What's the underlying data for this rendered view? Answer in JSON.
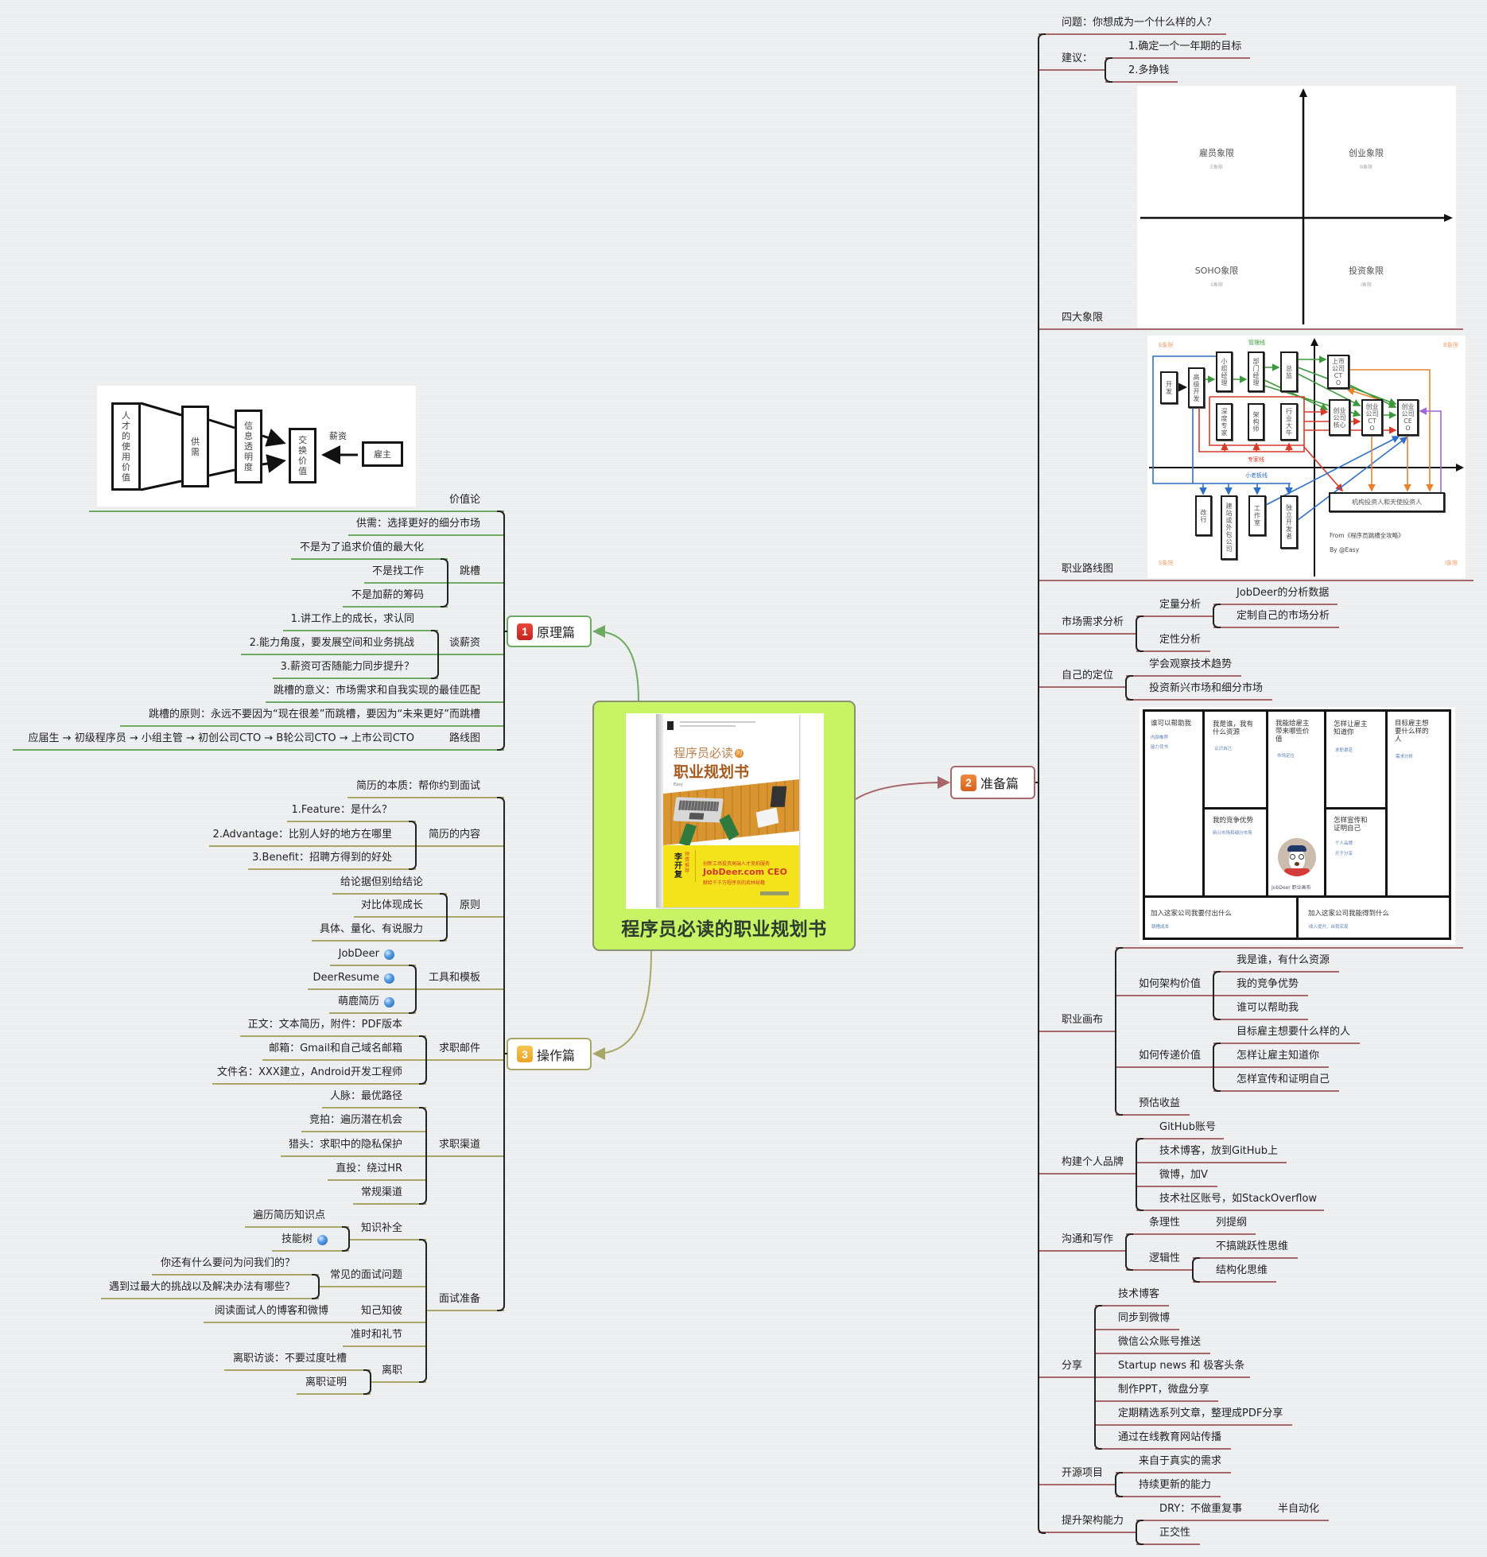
{
  "central_topic": {
    "title": "程序员必读的职业规划书",
    "cover": {
      "title_line1": "程序员必读",
      "title_mark": "的",
      "title_line2": "职业规划书",
      "author": "Easy",
      "endorser": "李开复",
      "endorse_tag": "倾情推荐",
      "tagline1": "创新工场投资高端人才竞拍服务",
      "tagline2": "JobDeer.com CEO",
      "tagline3": "献给千千万程序员的武林秘籍"
    }
  },
  "colors": {
    "principles_branch": "#6cab61",
    "preparation_branch": "#a5676a",
    "operations_branch": "#a9a767",
    "central_fill": "#c7f365",
    "badge_1": "#d9342b",
    "badge_2": "#e2742c",
    "badge_3": "#f0b43a",
    "link_icon": "#2f78c8"
  },
  "principles": {
    "badge": "1",
    "label": "原理篇",
    "topics": [
      {
        "label": "价值论",
        "image": {
          "boxes": [
            "人才的使用价值",
            "供需",
            "信息透明度",
            "交换价值",
            "雇主"
          ],
          "arrow_label": "薪资"
        }
      },
      {
        "label": "供需：选择更好的细分市场"
      },
      {
        "label": "跳槽",
        "children": [
          {
            "label": "不是为了追求价值的最大化"
          },
          {
            "label": "不是找工作"
          },
          {
            "label": "不是加薪的筹码"
          }
        ]
      },
      {
        "label": "谈薪资",
        "children": [
          {
            "label": "1.讲工作上的成长，求认同"
          },
          {
            "label": "2.能力角度，要发展空间和业务挑战"
          },
          {
            "label": "3.薪资可否随能力同步提升？"
          }
        ]
      },
      {
        "label": "跳槽的意义：市场需求和自我实现的最佳匹配"
      },
      {
        "label": "跳槽的原则：永远不要因为“现在很差”而跳槽，要因为“未来更好”而跳槽"
      },
      {
        "label": "路线图",
        "children": [
          {
            "label": "应届生 → 初级程序员 → 小组主管 → 初创公司CTO → B轮公司CTO → 上市公司CTO"
          }
        ]
      }
    ]
  },
  "operations": {
    "badge": "3",
    "label": "操作篇",
    "topics": [
      {
        "label": "简历的本质：帮你约到面试"
      },
      {
        "label": "简历的内容",
        "children": [
          {
            "label": "1.Feature：是什么？"
          },
          {
            "label": "2.Advantage：比别人好的地方在哪里"
          },
          {
            "label": "3.Benefit：招聘方得到的好处"
          }
        ]
      },
      {
        "label": "原则",
        "children": [
          {
            "label": "给论据但别给结论"
          },
          {
            "label": "对比体现成长"
          },
          {
            "label": "具体、量化、有说服力"
          }
        ]
      },
      {
        "label": "工具和模板",
        "children": [
          {
            "label": "JobDeer",
            "icon": "globe-link"
          },
          {
            "label": "DeerResume",
            "icon": "globe-link"
          },
          {
            "label": "萌鹿简历",
            "icon": "globe-link"
          }
        ]
      },
      {
        "label": "求职邮件",
        "children": [
          {
            "label": "正文：文本简历，附件：PDF版本"
          },
          {
            "label": "邮箱：Gmail和自己域名邮箱"
          },
          {
            "label": "文件名：XXX建立，Android开发工程师"
          }
        ]
      },
      {
        "label": "求职渠道",
        "children": [
          {
            "label": "人脉：最优路径"
          },
          {
            "label": "竞拍：遍历潜在机会"
          },
          {
            "label": "猎头：求职中的隐私保护"
          },
          {
            "label": "直投：绕过HR"
          },
          {
            "label": "常规渠道"
          }
        ]
      },
      {
        "label": "面试准备",
        "children": [
          {
            "label": "知识补全",
            "children": [
              {
                "label": "遍历简历知识点"
              },
              {
                "label": "技能树",
                "icon": "globe-link"
              }
            ]
          },
          {
            "label": "常见的面试问题",
            "children": [
              {
                "label": "你还有什么要问为问我们的？"
              },
              {
                "label": "遇到过最大的挑战以及解决办法有哪些？"
              }
            ]
          },
          {
            "label": "知己知彼",
            "children": [
              {
                "label": "阅读面试人的博客和微博"
              }
            ]
          },
          {
            "label": "准时和礼节"
          },
          {
            "label": "离职",
            "children": [
              {
                "label": "离职访谈：不要过度吐槽"
              },
              {
                "label": "离职证明"
              }
            ]
          }
        ]
      }
    ]
  },
  "preparation": {
    "badge": "2",
    "label": "准备篇",
    "topics": [
      {
        "label": "问题：你想成为一个什么样的人？"
      },
      {
        "label": "建议：",
        "children": [
          {
            "label": "1.确定一个一年期的目标"
          },
          {
            "label": "2.多挣钱"
          }
        ]
      },
      {
        "label": "四大象限",
        "image": {
          "quadrants": [
            {
              "name": "雇员象限",
              "code": "E象限"
            },
            {
              "name": "创业象限",
              "code": "B象限"
            },
            {
              "name": "SOHO象限",
              "code": "S象限"
            },
            {
              "name": "投资象限",
              "code": "I象限"
            }
          ]
        }
      },
      {
        "label": "职业路线图",
        "image": {
          "quadrant_labels": {
            "e": "E象限",
            "b": "B象限",
            "s": "S象限",
            "i": "I象限"
          },
          "track_labels": {
            "management": "管理线",
            "expert": "专家线",
            "small_business": "小老板线"
          },
          "boxes": [
            "开发",
            "高级开发",
            "小组经理",
            "部门经理",
            "总监",
            "上市公司CTO",
            "深度专家",
            "架构师",
            "行业大牛",
            "创业公司核心",
            "创业公司CTO",
            "创业公司CEO",
            "改行",
            "建站或外包公司",
            "工作室",
            "独立开发者",
            "机构投资人和天使投资人"
          ],
          "source": "From《程序员跳槽全攻略》",
          "byline": "By @Easy"
        }
      },
      {
        "label": "市场需求分析",
        "children": [
          {
            "label": "定量分析",
            "children": [
              {
                "label": "JobDeer的分析数据"
              },
              {
                "label": "定制自己的市场分析"
              }
            ]
          },
          {
            "label": "定性分析"
          }
        ]
      },
      {
        "label": "自己的定位",
        "children": [
          {
            "label": "学会观察技术趋势"
          },
          {
            "label": "投资新兴市场和细分市场"
          }
        ]
      },
      {
        "label": "职业画布",
        "children": [
          {
            "image": {
              "cells": [
                {
                  "title": "谁可以帮助我",
                  "notes": [
                    "内部推荐",
                    "能力背书"
                  ]
                },
                {
                  "title": "我是谁，我有什么资源",
                  "notes": [
                    "认识自己"
                  ]
                },
                {
                  "title": "我的竞争优势",
                  "notes": [
                    "新兴市场和细分市场"
                  ]
                },
                {
                  "title": "我能给雇主带来哪些价值",
                  "notes": [
                    "市场定位"
                  ]
                },
                {
                  "title": "怎样让雇主知道你",
                  "notes": [
                    "求职渠道"
                  ]
                },
                {
                  "title": "怎样宣传和证明自己",
                  "notes": [
                    "个人品牌",
                    "乐于分享"
                  ]
                },
                {
                  "title": "目标雇主想要什么样的人",
                  "notes": [
                    "需求分析"
                  ]
                },
                {
                  "title": "加入这家公司我要付出什么",
                  "notes": [
                    "跳槽成本"
                  ]
                },
                {
                  "title": "加入这家公司我能得到什么",
                  "notes": [
                    "收入提升、自我实现"
                  ]
                }
              ],
              "logo_caption": "JobDeer 职业画布"
            }
          },
          {
            "label": "如何架构价值",
            "children": [
              {
                "label": "我是谁，有什么资源"
              },
              {
                "label": "我的竞争优势"
              },
              {
                "label": "谁可以帮助我"
              }
            ]
          },
          {
            "label": "如何传递价值",
            "children": [
              {
                "label": "目标雇主想要什么样的人"
              },
              {
                "label": "怎样让雇主知道你"
              },
              {
                "label": "怎样宣传和证明自己"
              }
            ]
          },
          {
            "label": "预估收益"
          }
        ]
      },
      {
        "label": "构建个人品牌",
        "children": [
          {
            "label": "GitHub账号"
          },
          {
            "label": "技术博客，放到GitHub上"
          },
          {
            "label": "微博，加V"
          },
          {
            "label": "技术社区账号，如StackOverflow"
          }
        ]
      },
      {
        "label": "沟通和写作",
        "children": [
          {
            "label": "条理性",
            "children": [
              {
                "label": "列提纲"
              }
            ]
          },
          {
            "label": "逻辑性",
            "children": [
              {
                "label": "不搞跳跃性思维"
              },
              {
                "label": "结构化思维"
              }
            ]
          }
        ]
      },
      {
        "label": "分享",
        "children": [
          {
            "label": "技术博客"
          },
          {
            "label": "同步到微博"
          },
          {
            "label": "微信公众账号推送"
          },
          {
            "label": "Startup news 和 极客头条"
          },
          {
            "label": "制作PPT，微盘分享"
          },
          {
            "label": "定期精选系列文章，整理成PDF分享"
          },
          {
            "label": "通过在线教育网站传播"
          }
        ]
      },
      {
        "label": "开源项目",
        "children": [
          {
            "label": "来自于真实的需求"
          },
          {
            "label": "持续更新的能力"
          }
        ]
      },
      {
        "label": "提升架构能力",
        "children": [
          {
            "label": "DRY：不做重复事",
            "children": [
              {
                "label": "半自动化"
              }
            ]
          },
          {
            "label": "正交性"
          }
        ]
      }
    ]
  }
}
